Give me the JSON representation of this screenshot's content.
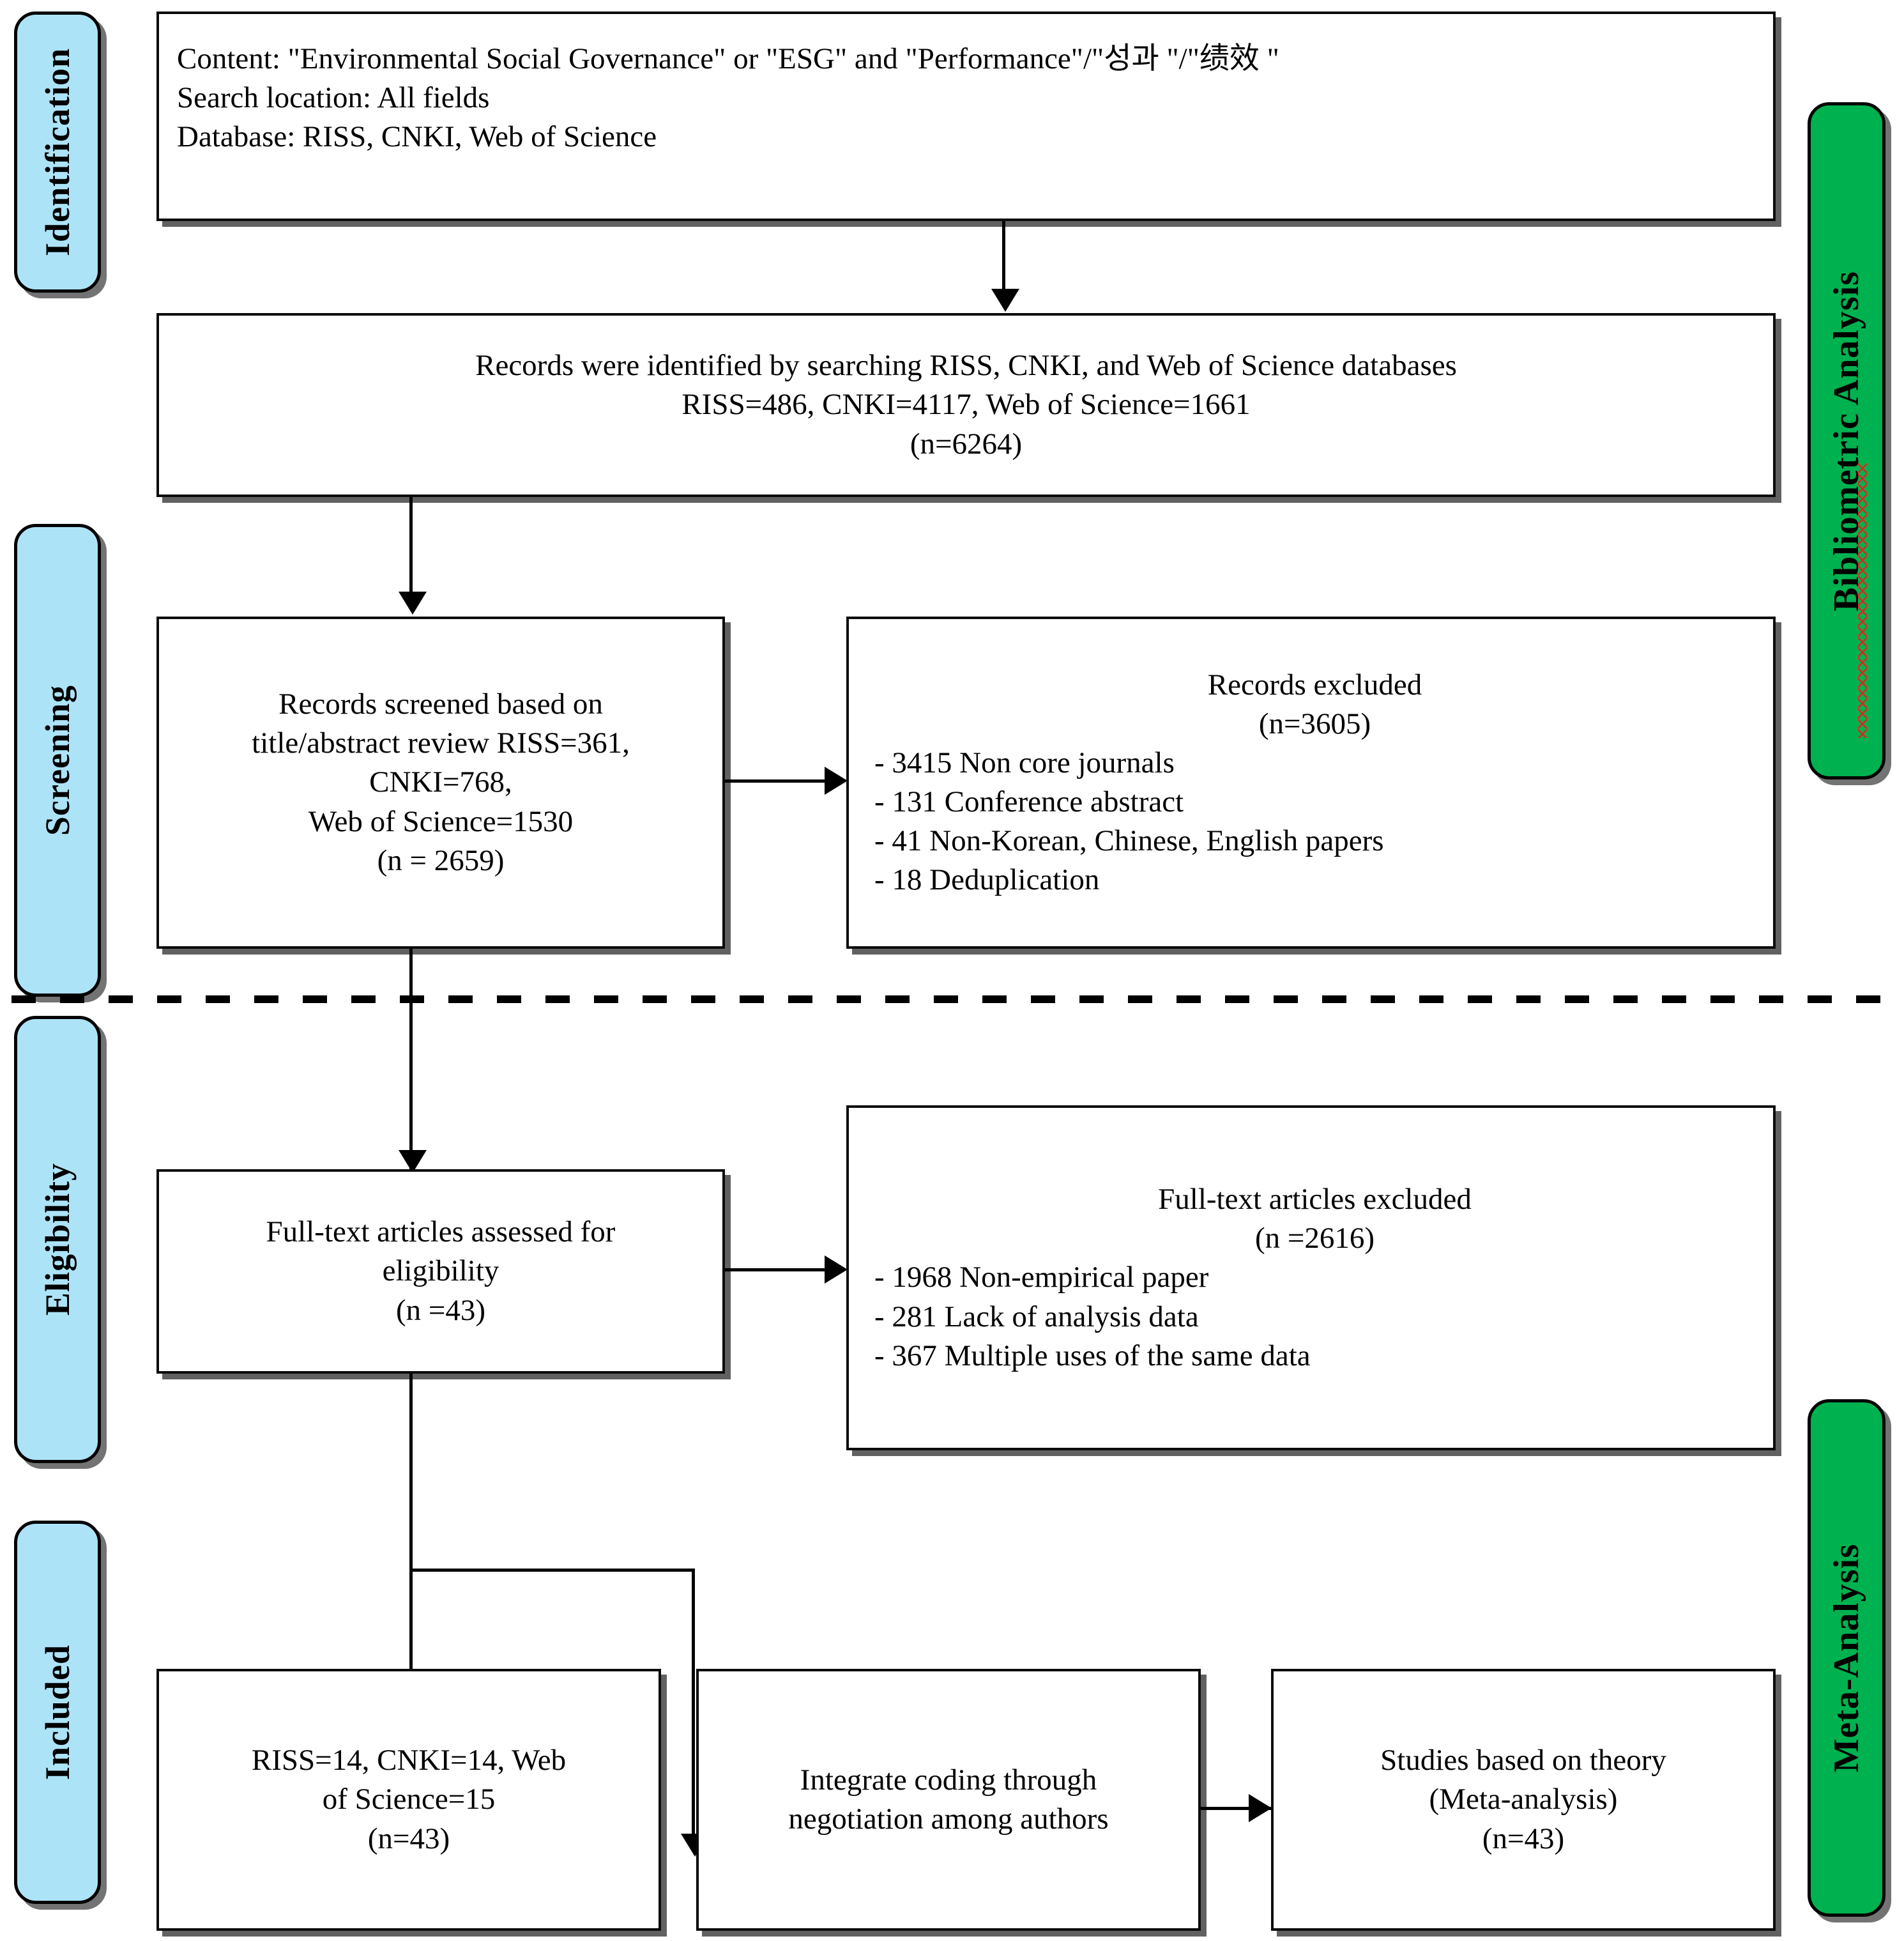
{
  "figure": {
    "type": "prisma-flow-diagram",
    "accent_blue": "#ADE3F7",
    "accent_green": "#00B14F",
    "spellcheck_underline_color": "#E8221C"
  },
  "stage_labels_left": [
    {
      "id": "identification",
      "label": "Identification"
    },
    {
      "id": "screening",
      "label": "Screening"
    },
    {
      "id": "eligibility",
      "label": "Eligibility"
    },
    {
      "id": "included",
      "label": "Included"
    }
  ],
  "stage_labels_right": [
    {
      "id": "bibliometric-analysis",
      "label": "Bibliometric Analysis",
      "misspelled_word": "Bibliometric"
    },
    {
      "id": "meta-analysis",
      "label": "Meta-Analysis"
    }
  ],
  "boxes": {
    "search_strategy": {
      "lines": [
        "Content: \"Environmental Social Governance\" or \"ESG\" and \"Performance\"/\"성과 \"/\"绩效 \"",
        "Search location: All fields",
        "Database: RISS, CNKI, Web of Science"
      ]
    },
    "records_identified": {
      "lines": [
        "Records were identified by searching RISS, CNKI, and Web of Science databases",
        "RISS=486, CNKI=4117, Web of Science=1661",
        "(n=6264)"
      ]
    },
    "records_screened": {
      "lines": [
        "Records screened based on",
        "title/abstract review RISS=361,",
        "CNKI=768,",
        "Web of Science=1530",
        "(n = 2659)"
      ]
    },
    "records_excluded": {
      "heading": "Records excluded",
      "count": "(n=3605)",
      "reasons": [
        "- 3415 Non core journals",
        "- 131 Conference abstract",
        "- 41 Non-Korean, Chinese, English papers",
        "- 18 Deduplication"
      ]
    },
    "fulltext_assessed": {
      "lines": [
        "Full-text articles assessed for",
        "eligibility",
        "(n =43)"
      ]
    },
    "fulltext_excluded": {
      "heading": "Full-text articles excluded",
      "count": "(n =2616)",
      "reasons": [
        "- 1968 Non-empirical paper",
        "- 281 Lack of analysis data",
        "- 367 Multiple uses of the same data"
      ]
    },
    "included_counts": {
      "lines": [
        "RISS=14, CNKI=14, Web",
        "of Science=15",
        "(n=43)"
      ]
    },
    "integrate_coding": {
      "lines": [
        "Integrate coding through",
        "negotiation among authors"
      ]
    },
    "studies_theory": {
      "lines": [
        "Studies based on theory",
        "(Meta-analysis)",
        "(n=43)"
      ]
    }
  },
  "chart_data": {
    "type": "table",
    "title": "PRISMA flow of study selection",
    "stages": [
      {
        "stage": "Identification",
        "databases": {
          "RISS": 486,
          "CNKI": 4117,
          "Web of Science": 1661
        },
        "total": 6264
      },
      {
        "stage": "Screening",
        "databases": {
          "RISS": 361,
          "CNKI": 768,
          "Web of Science": 1530
        },
        "total": 2659,
        "excluded": 3605,
        "exclusion_reasons": [
          {
            "reason": "Non core journals",
            "n": 3415
          },
          {
            "reason": "Conference abstract",
            "n": 131
          },
          {
            "reason": "Non-Korean, Chinese, English papers",
            "n": 41
          },
          {
            "reason": "Deduplication",
            "n": 18
          }
        ]
      },
      {
        "stage": "Eligibility",
        "total": 43,
        "excluded": 2616,
        "exclusion_reasons": [
          {
            "reason": "Non-empirical paper",
            "n": 1968
          },
          {
            "reason": "Lack of analysis data",
            "n": 281
          },
          {
            "reason": "Multiple uses of the same data",
            "n": 367
          }
        ]
      },
      {
        "stage": "Included",
        "databases": {
          "RISS": 14,
          "CNKI": 14,
          "Web of Science": 15
        },
        "total": 43
      }
    ]
  }
}
